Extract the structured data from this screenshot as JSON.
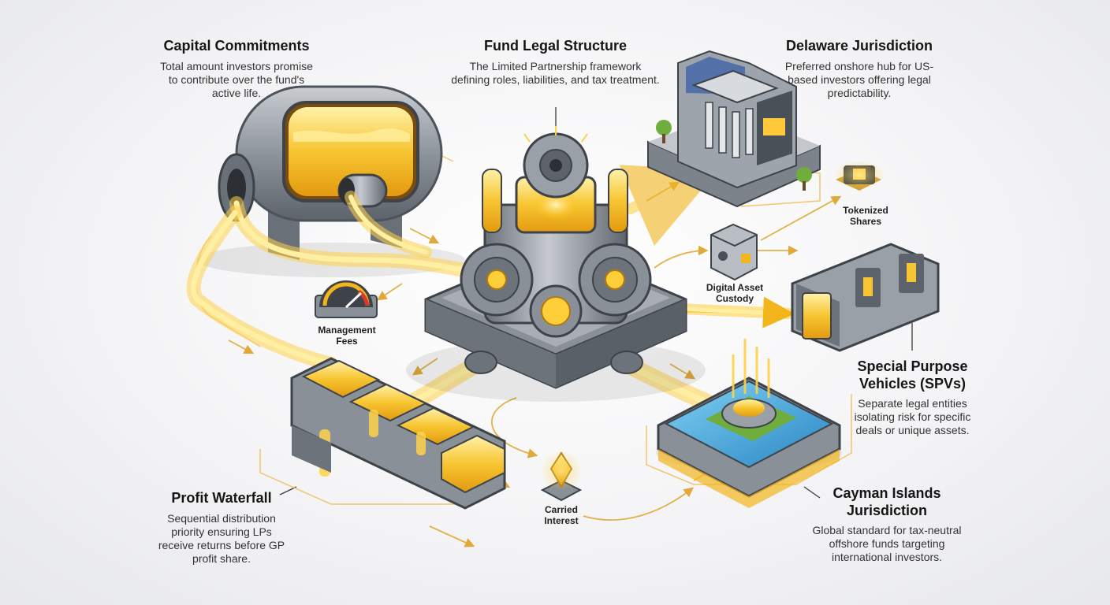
{
  "labels": {
    "capital": {
      "title": "Capital Commitments",
      "desc": "Total amount investors promise to contribute over the fund's active life."
    },
    "legal": {
      "title": "Fund Legal Structure",
      "desc": "The Limited Partnership framework defining roles, liabilities, and tax treatment."
    },
    "delaware": {
      "title": "Delaware Jurisdiction",
      "desc": "Preferred onshore hub for US-based investors offering legal predictability."
    },
    "spv": {
      "title": "Special Purpose Vehicles (SPVs)",
      "desc": "Separate legal entities isolating risk for specific deals or unique assets."
    },
    "cayman": {
      "title": "Cayman Islands Jurisdiction",
      "desc": "Global standard for tax-neutral offshore funds targeting international investors."
    },
    "waterfall": {
      "title": "Profit Waterfall",
      "desc": "Sequential distribution priority ensuring LPs receive returns before GP profit share."
    }
  },
  "small_labels": {
    "management_fees": "Management Fees",
    "digital_custody": "Digital Asset Custody",
    "tokenized": "Tokenized Shares",
    "carried": "Carried Interest"
  },
  "colors": {
    "gold": "#f5b820",
    "gold_light": "#ffe27a",
    "metal": "#8e949c",
    "metal_dark": "#4d535b",
    "water": "#3aa3d8",
    "grass": "#6fae3c"
  }
}
